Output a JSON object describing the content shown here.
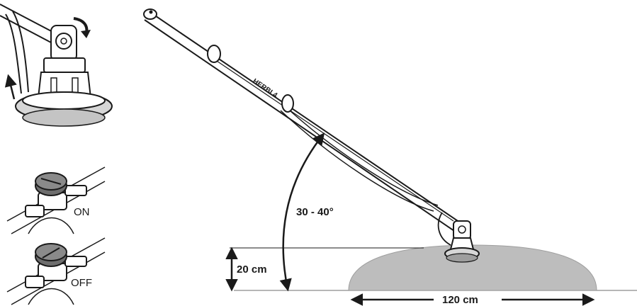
{
  "product_label": "HERBI 4",
  "angle_label": "30 - 40°",
  "height_label": "20 cm",
  "width_label": "120 cm",
  "valve_on_label": "ON",
  "valve_off_label": "OFF",
  "colors": {
    "line": "#1a1a1a",
    "fill_gray": "#bdbdbd",
    "ground": "#9e9e9e"
  }
}
